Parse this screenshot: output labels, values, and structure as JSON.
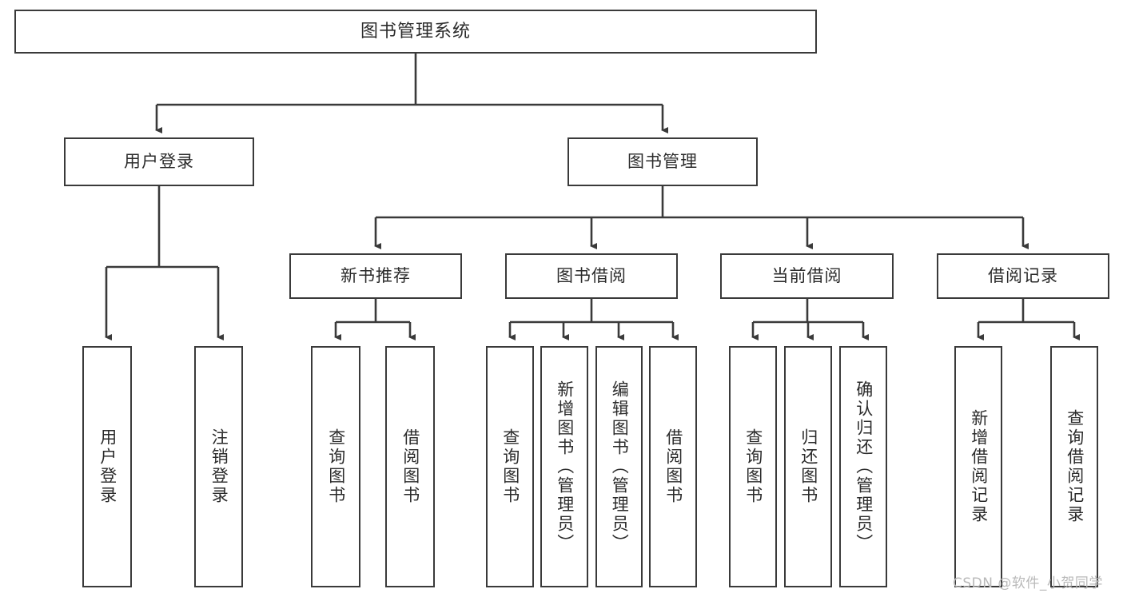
{
  "diagram": {
    "title": "图书管理系统",
    "type": "tree-hierarchy",
    "background_color": "#ffffff",
    "node_border_color": "#3a3a3a",
    "edge_color": "#3a3a3a",
    "text_color": "#2b2b2b"
  },
  "root": {
    "label": "图书管理系统"
  },
  "level2": [
    {
      "label": "用户登录"
    },
    {
      "label": "图书管理"
    }
  ],
  "level3": [
    {
      "label": "新书推荐"
    },
    {
      "label": "图书借阅"
    },
    {
      "label": "当前借阅"
    },
    {
      "label": "借阅记录"
    }
  ],
  "leaves_user_login": [
    {
      "label": "用户登录"
    },
    {
      "label": "注销登录"
    }
  ],
  "leaves_new_book": [
    {
      "label": "查询图书"
    },
    {
      "label": "借阅图书"
    }
  ],
  "leaves_borrow": [
    {
      "label": "查询图书"
    },
    {
      "label": "新增图书（管理员）"
    },
    {
      "label": "编辑图书（管理员）"
    },
    {
      "label": "借阅图书"
    }
  ],
  "leaves_current": [
    {
      "label": "查询图书"
    },
    {
      "label": "归还图书"
    },
    {
      "label": "确认归还（管理员）"
    }
  ],
  "leaves_record": [
    {
      "label": "新增借阅记录"
    },
    {
      "label": "查询借阅记录"
    }
  ],
  "watermark": {
    "text": "CSDN @软件_小贺同学"
  }
}
